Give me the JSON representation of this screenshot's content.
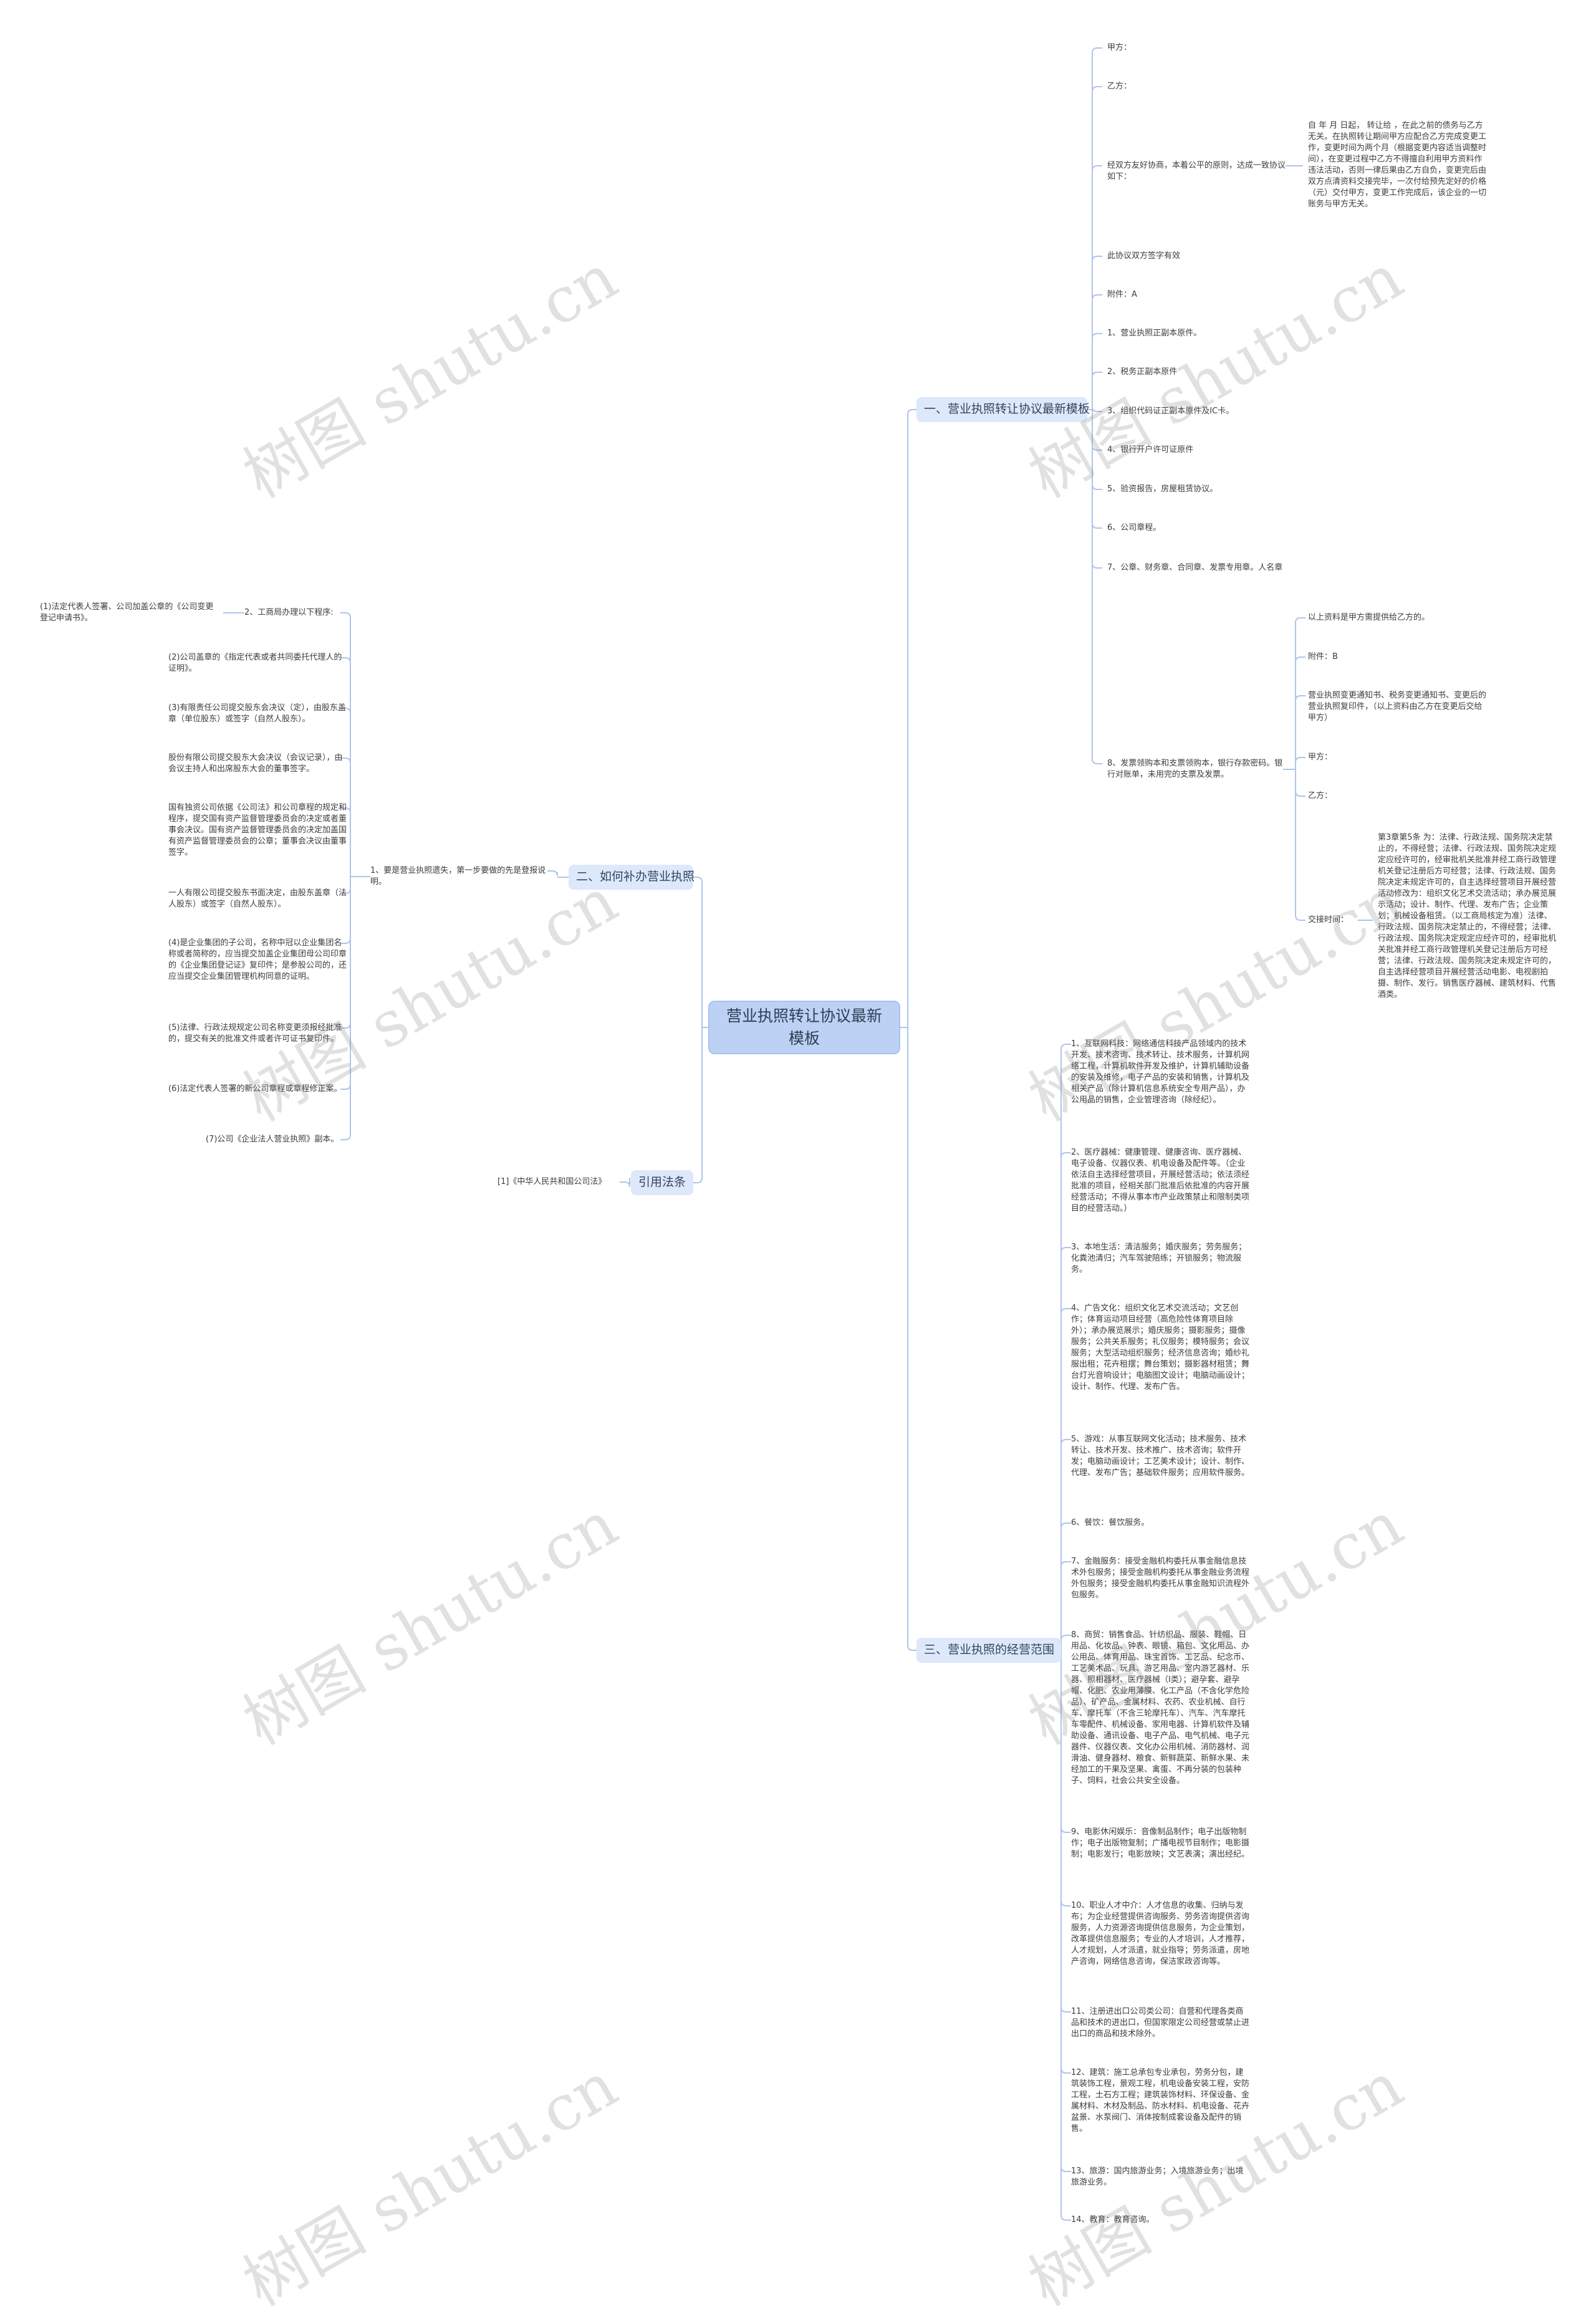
{
  "watermark": "树图 shutu.cn",
  "colors": {
    "line": "#aec4ea",
    "root_fill": "#bcd1f4",
    "branch_fill": "#dde8fb"
  },
  "root": "营业执照转让协议最新模板",
  "b1": {
    "label": "一、营业执照转让协议最新模板",
    "items": [
      "甲方：",
      "乙方：",
      "经双方友好协商，本着公平的原则，达成一致协议如下：",
      "此协议双方签字有效",
      "附件：A",
      "1、营业执照正副本原件。",
      "2、税务正副本原件",
      "3、组织代码证正副本原件及IC卡。",
      "4、银行开户许可证原件",
      "5、验资报告，房屋租赁协议。",
      "6、公司章程。",
      "7、公章、财务章、合同章、发票专用章。人名章",
      "8、发票领购本和支票领购本，银行存款密码。银行对账单，未用完的支票及发票。"
    ],
    "item3_child": "自 年 月 日起， 转让给 ，在此之前的债务与乙方无关。在执照转让期间甲方应配合乙方完成变更工作，变更时间为两个月（根据变更内容适当调整时间），在变更过程中乙方不得擅自利用甲方资料作违法活动，否则一律后果由乙方自负，变更完后由双方点清资料交接完毕，一次付给预先定好的价格（元）交付甲方，变更工作完成后，该企业的一切账务与甲方无关。",
    "item8_children": [
      "以上资料是甲方需提供给乙方的。",
      "附件：B",
      "营业执照变更通知书、税务变更通知书、变更后的营业执照复印件，（以上资料由乙方在变更后交给甲方）",
      "甲方：",
      "乙方：",
      "交接时间："
    ],
    "handover_child": "第3章第5条 为：法律、行政法规、国务院决定禁止的，不得经营；法律、行政法规、国务院决定规定应经许可的，经审批机关批准并经工商行政管理机关登记注册后方可经营；法律、行政法规、国务院决定未规定许可的，自主选择经营项目开展经营活动修改为：组织文化艺术交流活动；承办展览展示活动；设计、制作、代理、发布广告；企业策划；机械设备租赁。（以工商局核定为准）法律、行政法规、国务院决定禁止的，不得经营；法律、行政法规、国务院决定规定应经许可的，经审批机关批准并经工商行政管理机关登记注册后方可经营；法律、行政法规、国务院决定未规定许可的，自主选择经营项目开展经营活动电影、电视剧拍摄、制作、发行。销售医疗器械、建筑材料、代售酒类。"
  },
  "b2": {
    "label": "二、如何补办营业执照",
    "sub": "1、要是营业执照遗失，第一步要做的先是登报说明。",
    "sub2": "2、工商局办理以下程序:",
    "sub2_child": "(1)法定代表人签署、公司加盖公章的《公司变更登记申请书》。",
    "items": [
      "(2)公司盖章的《指定代表或者共同委托代理人的证明》。",
      "(3)有限责任公司提交股东会决议（定），由股东盖章（单位股东）或签字（自然人股东）。",
      "股份有限公司提交股东大会决议（会议记录），由会议主持人和出席股东大会的董事签字。",
      "国有独资公司依据《公司法》和公司章程的规定和程序，提交国有资产监督管理委员会的决定或者董事会决议。国有资产监督管理委员会的决定加盖国有资产监督管理委员会的公章；董事会决议由董事签字。",
      "一人有限公司提交股东书面决定，由股东盖章（法人股东）或签字（自然人股东）。",
      "(4)是企业集团的子公司，名称中冠以企业集团名称或者简称的，应当提交加盖企业集团母公司印章的《企业集团登记证》复印件；是参股公司的，还应当提交企业集团管理机构同意的证明。",
      "(5)法律、行政法规规定公司名称变更须报经批准的，提交有关的批准文件或者许可证书复印件。",
      "(6)法定代表人签署的新公司章程或章程修正案。",
      "(7)公司《企业法人营业执照》副本。"
    ]
  },
  "b_law": {
    "label": "引用法条",
    "item": "[1]《中华人民共和国公司法》"
  },
  "b3": {
    "label": "三、营业执照的经营范围",
    "items": [
      "1、互联网科技：网络通信科技产品领域内的技术开发、技术咨询、技术转让、技术服务，计算机网络工程，计算机软件开发及维护，计算机辅助设备的安装及维修，电子产品的安装和销售，计算机及相关产品（除计算机信息系统安全专用产品），办公用品的销售，企业管理咨询（除经纪）。",
      "2、医疗器械：健康管理、健康咨询、医疗器械、电子设备、仪器仪表、机电设备及配件等。（企业依法自主选择经营项目，开展经营活动；依法须经批准的项目，经相关部门批准后依批准的内容开展经营活动；不得从事本市产业政策禁止和限制类项目的经营活动。）",
      "3、本地生活：清洁服务；婚庆服务；劳务服务；化粪池清归；汽车驾驶陪练；开锁服务；物流服务。",
      "4、广告文化：组织文化艺术交流活动；文艺创作；体育运动项目经营（高危险性体育项目除外）；承办展览展示；婚庆服务；摄影服务；摄像服务；公共关系服务；礼仪服务；模特服务；会议服务；大型活动组织服务；经济信息咨询；婚纱礼服出租；花卉租摆；舞台策划；摄影器材租赁；舞台灯光音响设计；电脑图文设计；电脑动画设计；设计、制作、代理、发布广告。",
      "5、游戏：从事互联网文化活动；技术服务、技术转让、技术开发、技术推广、技术咨询；软件开发；电脑动画设计；工艺美术设计；设计、制作、代理、发布广告；基础软件服务；应用软件服务。",
      "6、餐饮：餐饮服务。",
      "7、金融服务：接受金融机构委托从事金融信息技术外包服务；接受金融机构委托从事金融业务流程外包服务；接受金融机构委托从事金融知识流程外包服务。",
      "8、商贸：销售食品、针纺织品、服装、鞋帽、日用品、化妆品、钟表、眼镜、箱包、文化用品、办公用品、体育用品、珠宝首饰、工艺品、纪念币、工艺美术品、玩具、游艺用品、室内游艺器材、乐器、照相器材、医疗器械（I类）；避孕套、避孕帽、化肥、农业用薄膜、化工产品（不含化学危险品）、矿产品、金属材料、农药、农业机械、自行车、摩托车（不含三轮摩托车）、汽车、汽车摩托车零配件、机械设备、家用电器、计算机软件及辅助设备、通讯设备、电子产品、电气机械、电子元器件、仪器仪表、文化办公用机械、消防器材、润滑油、健身器材、粮食、新鲜蔬菜、新鲜水果、未经加工的干果及坚果、禽蛋、不再分装的包装种子、饲料，社会公共安全设备。",
      "9、电影休闲娱乐：音像制品制作；电子出版物制作；电子出版物复制；广播电视节目制作；电影摄制；电影发行；电影放映；文艺表演；演出经纪。",
      "10、职业人才中介：人才信息的收集、归纳与发布；为企业经营提供咨询服务、劳务咨询提供咨询服务，人力资源咨询提供信息服务，为企业策划，改革提供信息服务；专业的人才培训，人才推荐，人才规划，人才派遣，就业指导；劳务派遣，房地产咨询，网络信息咨询，保洁家政咨询等。",
      "11、注册进出口公司类公司：自营和代理各类商品和技术的进出口，但国家限定公司经营或禁止进出口的商品和技术除外。",
      "12、建筑：施工总承包专业承包，劳务分包，建筑装饰工程，景观工程，机电设备安装工程，安防工程，土石方工程；建筑装饰材料、环保设备、金属材料、木材及制品、防水材料、机电设备、花卉盆景、水泵阀门、消体按制成套设备及配件的销售。",
      "13、旅游：国内旅游业务；入境旅游业务；出境旅游业务。",
      "14、教育：教育咨询。"
    ]
  }
}
